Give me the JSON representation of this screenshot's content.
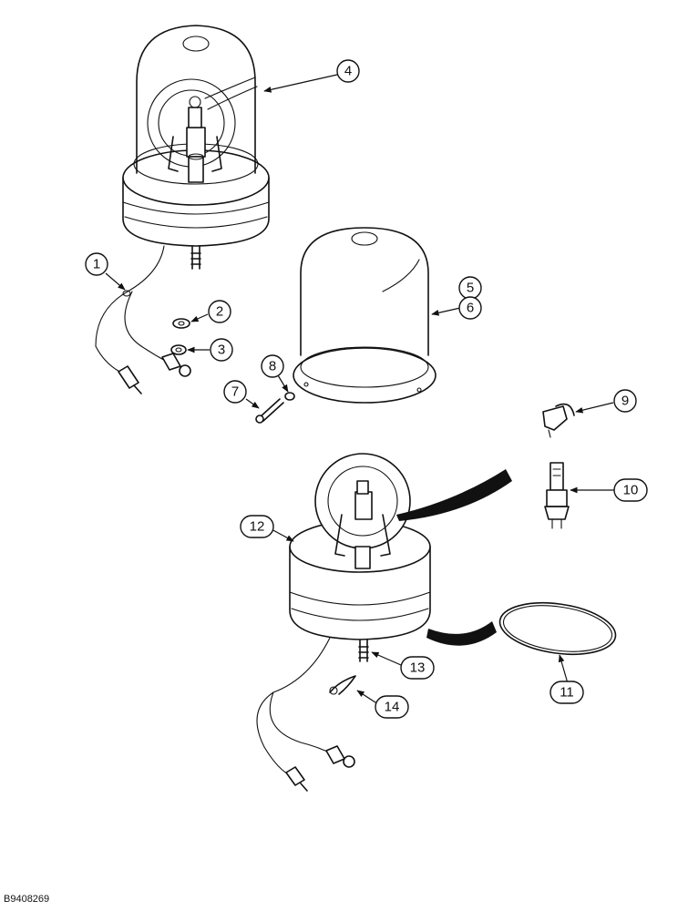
{
  "figure_id": "B9408269",
  "callouts": [
    {
      "id": "1",
      "label": "1"
    },
    {
      "id": "2",
      "label": "2"
    },
    {
      "id": "3",
      "label": "3"
    },
    {
      "id": "4",
      "label": "4"
    },
    {
      "id": "5",
      "label": "5"
    },
    {
      "id": "6",
      "label": "6"
    },
    {
      "id": "7",
      "label": "7"
    },
    {
      "id": "8",
      "label": "8"
    },
    {
      "id": "9",
      "label": "9"
    },
    {
      "id": "10",
      "label": "10"
    },
    {
      "id": "11",
      "label": "11"
    },
    {
      "id": "12",
      "label": "12"
    },
    {
      "id": "13",
      "label": "13"
    },
    {
      "id": "14",
      "label": "14"
    }
  ]
}
